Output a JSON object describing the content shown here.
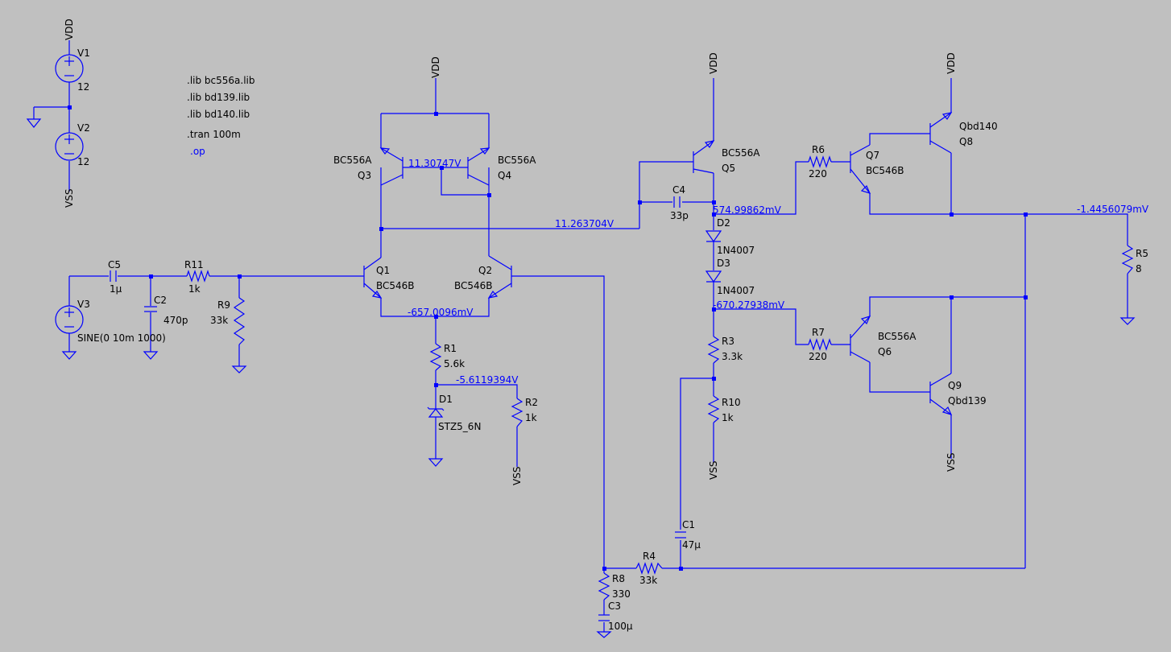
{
  "colors": {
    "background": "#c0c0c0",
    "wire": "#0000ff",
    "text": "#000000",
    "op_text": "#0000ff"
  },
  "directives": {
    "lib1": ".lib bc556a.lib",
    "lib2": ".lib bd139.lib",
    "lib3": ".lib bd140.lib",
    "tran": ".tran 100m",
    "op": ".op"
  },
  "nets": {
    "vdd": "VDD",
    "vss": "VSS"
  },
  "components": {
    "V1": {
      "name": "V1",
      "value": "12"
    },
    "V2": {
      "name": "V2",
      "value": "12"
    },
    "V3": {
      "name": "V3",
      "value": "SINE(0 10m 1000)"
    },
    "C5": {
      "name": "C5",
      "value": "1µ"
    },
    "C2": {
      "name": "C2",
      "value": "470p"
    },
    "R11": {
      "name": "R11",
      "value": "1k"
    },
    "R9": {
      "name": "R9",
      "value": "33k"
    },
    "Q1": {
      "name": "Q1",
      "model": "BC546B"
    },
    "Q2": {
      "name": "Q2",
      "model": "BC546B"
    },
    "Q3": {
      "name": "Q3",
      "model": "BC556A"
    },
    "Q4": {
      "name": "Q4",
      "model": "BC556A"
    },
    "R1": {
      "name": "R1",
      "value": "5.6k"
    },
    "D1": {
      "name": "D1",
      "model": "STZ5_6N"
    },
    "R2": {
      "name": "R2",
      "value": "1k"
    },
    "Q5": {
      "name": "Q5",
      "model": "BC556A"
    },
    "C4": {
      "name": "C4",
      "value": "33p"
    },
    "D2": {
      "name": "D2",
      "model": "1N4007"
    },
    "D3": {
      "name": "D3",
      "model": "1N4007"
    },
    "R3": {
      "name": "R3",
      "value": "3.3k"
    },
    "R10": {
      "name": "R10",
      "value": "1k"
    },
    "R6": {
      "name": "R6",
      "value": "220"
    },
    "Q7": {
      "name": "Q7",
      "model": "BC546B"
    },
    "Q8": {
      "name": "Q8",
      "model": "Qbd140"
    },
    "R7": {
      "name": "R7",
      "value": "220"
    },
    "Q6": {
      "name": "Q6",
      "model": "BC556A"
    },
    "Q9": {
      "name": "Q9",
      "model": "Qbd139"
    },
    "R5": {
      "name": "R5",
      "value": "8"
    },
    "C1": {
      "name": "C1",
      "value": "47µ"
    },
    "R4": {
      "name": "R4",
      "value": "33k"
    },
    "R8": {
      "name": "R8",
      "value": "330"
    },
    "C3": {
      "name": "C3",
      "value": "100µ"
    }
  },
  "op_points": {
    "mirror": "11.30747V",
    "vas_in": "11.263704V",
    "tail": "-657.0096mV",
    "zener": "-5.6119394V",
    "bias_top": "574.99862mV",
    "output": "-1.4456079mV",
    "bias_bottom": "-670.27938mV"
  }
}
